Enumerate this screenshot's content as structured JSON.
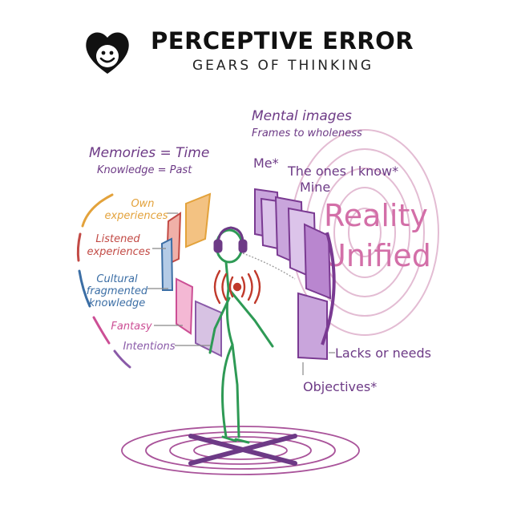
{
  "header": {
    "title": "PERCEPTIVE ERROR",
    "subtitle": "GEARS OF THINKING",
    "logo_icon": "smiling-heart-icon"
  },
  "left_group": {
    "heading": "Memories = Time",
    "subheading": "Knowledge = Past",
    "items": [
      {
        "line1": "Own",
        "line2": "experiences",
        "color": "#e3a23b"
      },
      {
        "line1": "Listened",
        "line2": "experiences",
        "color": "#c24a45"
      },
      {
        "line1": "Cultural",
        "line2": "fragmented",
        "line3": "knowledge",
        "color": "#3b6ea5"
      },
      {
        "line1": "Fantasy",
        "color": "#cc4f95"
      },
      {
        "line1": "Intentions",
        "color": "#8a5aa8"
      }
    ]
  },
  "right_group": {
    "heading": "Mental images",
    "subheading": "Frames to wholeness",
    "items": {
      "me": "Me*",
      "known": "The ones I know*",
      "mine": "Mine",
      "lacks": "Lacks or needs",
      "objectives": "Objectives*"
    },
    "reality_line1": "Reality",
    "reality_line2": "Unified"
  },
  "colors": {
    "purple": "#8a4a9e",
    "figure": "#2e9a55",
    "accent_red": "#c0392b",
    "reality_pink": "#d36fa8"
  }
}
